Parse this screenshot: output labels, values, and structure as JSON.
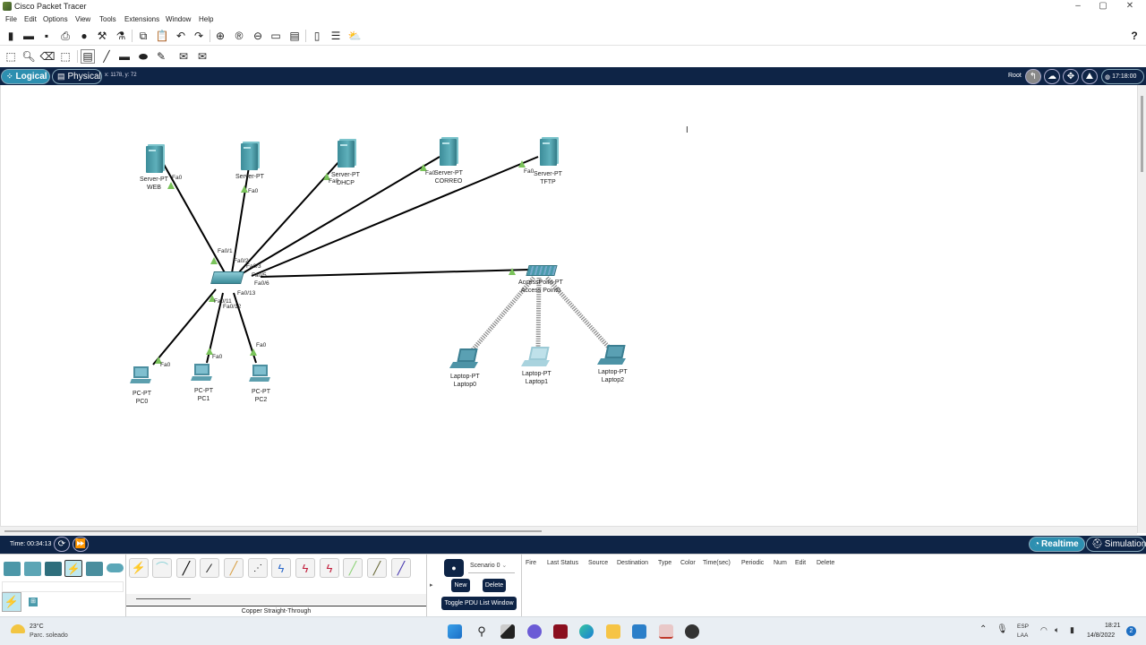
{
  "window": {
    "title": "Cisco Packet Tracer",
    "controls": [
      "minimize",
      "maximize",
      "close"
    ]
  },
  "menu": [
    "File",
    "Edit",
    "Options",
    "View",
    "Tools",
    "Extensions",
    "Window",
    "Help"
  ],
  "toolbar_main": [
    "new-file-icon",
    "open-folder-icon",
    "save-icon",
    "print-icon",
    "info-icon",
    "activity-wizard-icon",
    "custom-device-icon",
    "copy-icon",
    "paste-icon",
    "undo-icon",
    "redo-icon",
    "zoom-in-icon",
    "zoom-reset-icon",
    "zoom-out-icon",
    "drawing-palette-icon",
    "custom-devices-dialog-icon",
    "view-pdu-icon",
    "view-cluster-icon",
    "view-image-icon"
  ],
  "help_label": "?",
  "toolbar_tools": [
    "select-icon",
    "inspect-icon",
    "delete-icon",
    "resize-icon",
    "note-icon",
    "line-icon",
    "rectangle-icon",
    "ellipse-icon",
    "freeform-icon",
    "simple-pdu-icon",
    "complex-pdu-icon"
  ],
  "viewbar": {
    "logical": "Logical",
    "physical": "Physical",
    "coords": "x: 1178, y: 72",
    "root": "Root",
    "clock": "17:18:00"
  },
  "topology": {
    "servers": [
      {
        "type": "Server-PT",
        "name": "WEB",
        "port": "Fa0"
      },
      {
        "type": "Server-PT",
        "name": "",
        "port": "Fa0"
      },
      {
        "type": "Server-PT",
        "name": "DHCP",
        "port": "Fa0"
      },
      {
        "type": "Server-PT",
        "name": "CORREO",
        "port": "Fa0"
      },
      {
        "type": "Server-PT",
        "name": "TFTP",
        "port": "Fa0"
      }
    ],
    "switch": {
      "ports": [
        "Fa0/1",
        "Fa0/2",
        "Fa0/3",
        "Fa0/4",
        "Fa0/5",
        "Fa0/6",
        "Fa0/13",
        "Fa0/12",
        "Fa0/11"
      ]
    },
    "access_point": {
      "type": "AccessPoint-PT",
      "name": "Access Point0"
    },
    "pcs": [
      {
        "type": "PC-PT",
        "name": "PC0",
        "port": "Fa0"
      },
      {
        "type": "PC-PT",
        "name": "PC1",
        "port": "Fa0"
      },
      {
        "type": "PC-PT",
        "name": "PC2",
        "port": "Fa0"
      }
    ],
    "laptops": [
      {
        "type": "Laptop-PT",
        "name": "Laptop0"
      },
      {
        "type": "Laptop-PT",
        "name": "Laptop1"
      },
      {
        "type": "Laptop-PT",
        "name": "Laptop2"
      }
    ]
  },
  "simbar": {
    "time_label": "Time: 00:34:13",
    "realtime": "Realtime",
    "simulation": "Simulation"
  },
  "device_panel": {
    "categories": [
      "network-devices",
      "end-devices",
      "components",
      "connections",
      "miscellaneous",
      "multiuser"
    ],
    "subcategories": [
      "connections",
      "structured-cabling"
    ],
    "cables": [
      "Automatic",
      "Console",
      "Copper Straight-Through",
      "Copper Cross-Over",
      "Fiber",
      "Phone",
      "Coaxial",
      "Serial DCE",
      "Serial DTE",
      "Octal",
      "IoT Custom Cable",
      "USB"
    ],
    "selected_cable_label": "Copper Straight-Through"
  },
  "pdu_panel": {
    "scenario": "Scenario 0",
    "new_label": "New",
    "delete_label": "Delete",
    "toggle_label": "Toggle PDU List Window",
    "columns": [
      "Fire",
      "Last Status",
      "Source",
      "Destination",
      "Type",
      "Color",
      "Time(sec)",
      "Periodic",
      "Num",
      "Edit",
      "Delete"
    ]
  },
  "taskbar": {
    "weather_temp": "23°C",
    "weather_desc": "Parc. soleado",
    "lang_top": "ESP",
    "lang_bottom": "LAA",
    "time": "18:21",
    "date": "14/8/2022",
    "notifications": "2"
  }
}
